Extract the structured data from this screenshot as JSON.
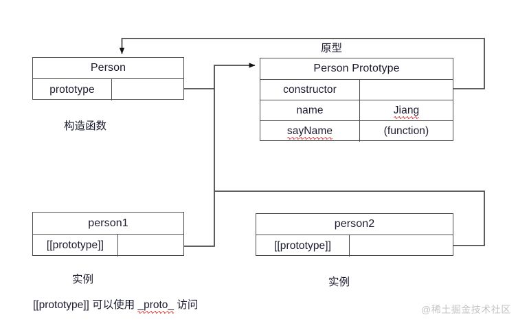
{
  "diagram": {
    "kind": "javascript-prototype-chain",
    "line_color": "#4a4a4a",
    "squiggle_color": "#e03131"
  },
  "labels": {
    "prototype_title": "原型",
    "constructor_caption": "构造函数",
    "instance_caption_left": "实例",
    "instance_caption_right": "实例"
  },
  "note": {
    "prefix": "[[prototype]] 可以使用 ",
    "misspelled": "_proto_",
    "suffix": " 访问"
  },
  "watermark": {
    "text": "@稀土掘金技术社区"
  },
  "boxes": {
    "person": {
      "title": "Person",
      "rows": [
        {
          "key": "prototype",
          "value": ""
        }
      ]
    },
    "person_prototype": {
      "title": "Person Prototype",
      "rows": [
        {
          "key": "constructor",
          "value": ""
        },
        {
          "key": "name",
          "value": "Jiang"
        },
        {
          "key": "sayName",
          "value": "(function)"
        }
      ]
    },
    "person1": {
      "title": "person1",
      "rows": [
        {
          "key": "[[prototype]]",
          "value": ""
        }
      ]
    },
    "person2": {
      "title": "person2",
      "rows": [
        {
          "key": "[[prototype]]",
          "value": ""
        }
      ]
    }
  }
}
